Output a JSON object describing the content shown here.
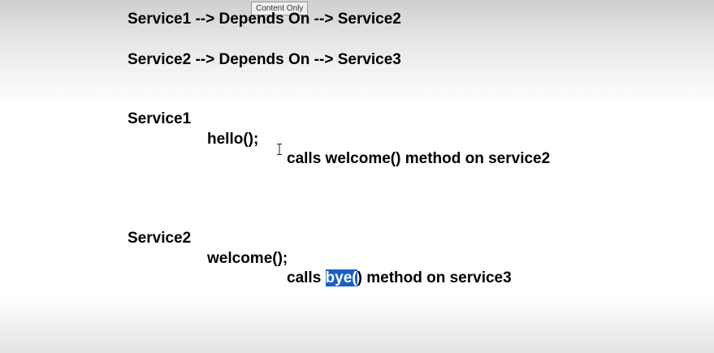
{
  "tooltip": "Content Only",
  "deps": [
    "Service1 --> Depends On --> Service2",
    "Service2 --> Depends On --> Service3"
  ],
  "block1": {
    "title": "Service1",
    "method": "hello();",
    "desc": "calls welcome() method on service2"
  },
  "block2": {
    "title": "Service2",
    "method": "welcome();",
    "desc_before": "calls ",
    "desc_selected": "bye(",
    "desc_after": ") method on service3"
  },
  "icons": {
    "cursor": "text-cursor-icon"
  },
  "colors": {
    "selection": "#1a5fc8"
  }
}
